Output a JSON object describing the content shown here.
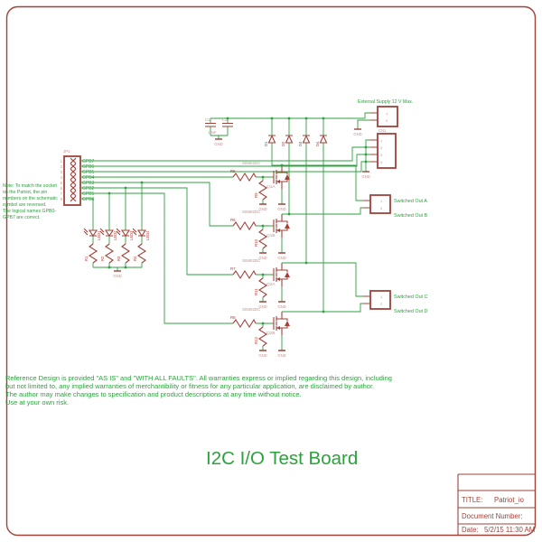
{
  "note_lines": [
    "Note: To match the socket",
    "on the Patriot, the pin",
    "numbers on the schematic",
    "symbol are reversed.",
    "The logical names GPB0-",
    "GPB7 are correct."
  ],
  "jp1": {
    "ref": "JP1",
    "pins": [
      {
        "num": "1",
        "label": "GPB7"
      },
      {
        "num": "2",
        "label": "GPB6"
      },
      {
        "num": "3",
        "label": "GPB5"
      },
      {
        "num": "4",
        "label": "GPB4"
      },
      {
        "num": "5",
        "label": "GPB3"
      },
      {
        "num": "6",
        "label": "GPB2"
      },
      {
        "num": "7",
        "label": "GPB1"
      },
      {
        "num": "8",
        "label": "GPB0"
      }
    ]
  },
  "caps": {
    "c1": "C1",
    "c2": "C2",
    "value": "10uF"
  },
  "diodes": [
    "D1",
    "D2",
    "D3",
    "D4"
  ],
  "led_bank": {
    "leds": [
      "LED1",
      "LED2",
      "LED3",
      "LED4"
    ],
    "resistors": [
      "R1",
      "R2",
      "R3",
      "R4"
    ]
  },
  "stages": [
    {
      "part": "SI5902DC",
      "gate_res": "R5",
      "pull_res": "R9",
      "ref": "Q1A"
    },
    {
      "part": "SI5902DC",
      "gate_res": "R6",
      "pull_res": "R10",
      "ref": "Q1B"
    },
    {
      "part": "SI5902DC",
      "gate_res": "R7",
      "pull_res": "R11",
      "ref": "Q2A"
    },
    {
      "part": "SI5902DC",
      "gate_res": "R8",
      "pull_res": "R12",
      "ref": "Q2B"
    }
  ],
  "supply": {
    "note": "External Supply 12 V Max.",
    "pin1": "1",
    "pin2": "2"
  },
  "cn1": {
    "ref": "CN1",
    "pins": [
      "1",
      "2",
      "3",
      "4"
    ]
  },
  "outputs": {
    "a": "Switched Out A",
    "b": "Switched Out B",
    "c": "Switched Out C",
    "d": "Switched Out D",
    "pin1": "1",
    "pin2": "2"
  },
  "labels": {
    "gnd": "GND"
  },
  "disclaimer_lines": [
    "Reference Design is provided \"AS IS\" and \"WITH ALL FAULTS\". All warranties express or implied regarding this design, including",
    " but not limited to, any implied warranties of merchantibility or fitness for any particular application, are disclaimed by author.",
    "The author may make changes to specification and product descriptions at any time without notice.",
    "Use at your own risk."
  ],
  "title": "I2C I/O Test Board",
  "title_block": {
    "title_label": "TITLE:",
    "title_value": "Patriot_io",
    "doc_label": "Document Number:",
    "date_label": "Date:",
    "date_value": "5/2/15 11:30 AM"
  }
}
